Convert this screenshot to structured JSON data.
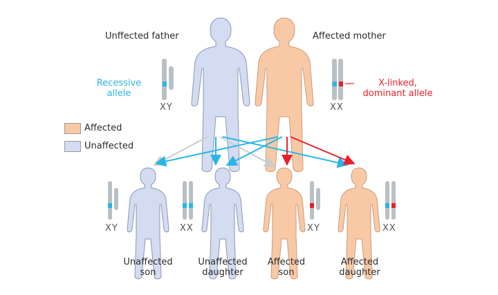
{
  "parents": {
    "father_label": "Unffected father",
    "mother_label": "Affected mother"
  },
  "alleles": {
    "recessive_label": "Recessive\nallele",
    "dominant_label": "X-linked,\ndominant allele",
    "recessive_color": "#29b6e6",
    "dominant_color": "#e8202a"
  },
  "legend": {
    "affected_label": "Affected",
    "unaffected_label": "Unaffected",
    "affected_color": "#f9c9a6",
    "unaffected_color": "#d3dcf0"
  },
  "chromosome_labels": {
    "father": "XY",
    "mother": "XX",
    "son1": "XY",
    "daughter1": "XX",
    "son2": "XY",
    "daughter2": "XX"
  },
  "children": [
    {
      "label_line1": "Unaffected",
      "label_line2": "son",
      "status": "unaffected"
    },
    {
      "label_line1": "Unaffected",
      "label_line2": "daughter",
      "status": "unaffected"
    },
    {
      "label_line1": "Affected",
      "label_line2": "son",
      "status": "affected"
    },
    {
      "label_line1": "Affected",
      "label_line2": "daughter",
      "status": "affected"
    }
  ],
  "colors": {
    "affected_body": "#f9c9a6",
    "unaffected_body": "#d3dcf0",
    "chromosome": "#b9c0c4",
    "gray_arrow": "#c8cccf",
    "blue_arrow": "#29b6e6",
    "red_arrow": "#e8202a"
  }
}
